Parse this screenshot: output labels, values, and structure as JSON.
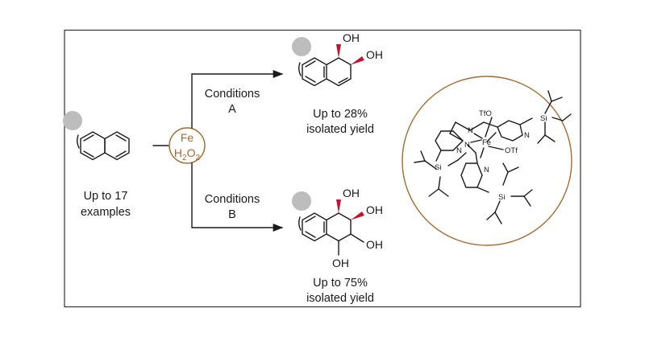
{
  "substrate": {
    "label_line1": "Up to 17",
    "label_line2": "examples"
  },
  "reagent": {
    "metal": "Fe",
    "oxidant_prefix": "H",
    "oxidant_sub1": "2",
    "oxidant_mid": "O",
    "oxidant_sub2": "2"
  },
  "route_a": {
    "conditions_line1": "Conditions",
    "conditions_line2": "A",
    "yield_line1": "Up to 28%",
    "yield_line2": "isolated yield",
    "oh_top": "OH",
    "oh_right": "OH"
  },
  "route_b": {
    "conditions_line1": "Conditions",
    "conditions_line2": "B",
    "yield_line1": "Up to 75%",
    "yield_line2": "isolated yield",
    "oh_top": "OH",
    "oh_right_upper": "OH",
    "oh_right_lower": "OH",
    "oh_bottom": "OH"
  },
  "catalyst": {
    "metal": "Fe",
    "otf_top": "TfO",
    "otf_right": "OTf",
    "n_amine_left": "N",
    "n_amine_right": "N",
    "n_pyr_left": "N",
    "n_pyr_right": "N",
    "n_pyr_bottom": "N",
    "si_left": "Si",
    "si_right": "Si",
    "si_bottom": "Si"
  },
  "colors": {
    "frame": "#333333",
    "accent_red": "#c8102e",
    "accent_bronze": "#a86a2c",
    "marker_gray": "#bdbdbd"
  }
}
